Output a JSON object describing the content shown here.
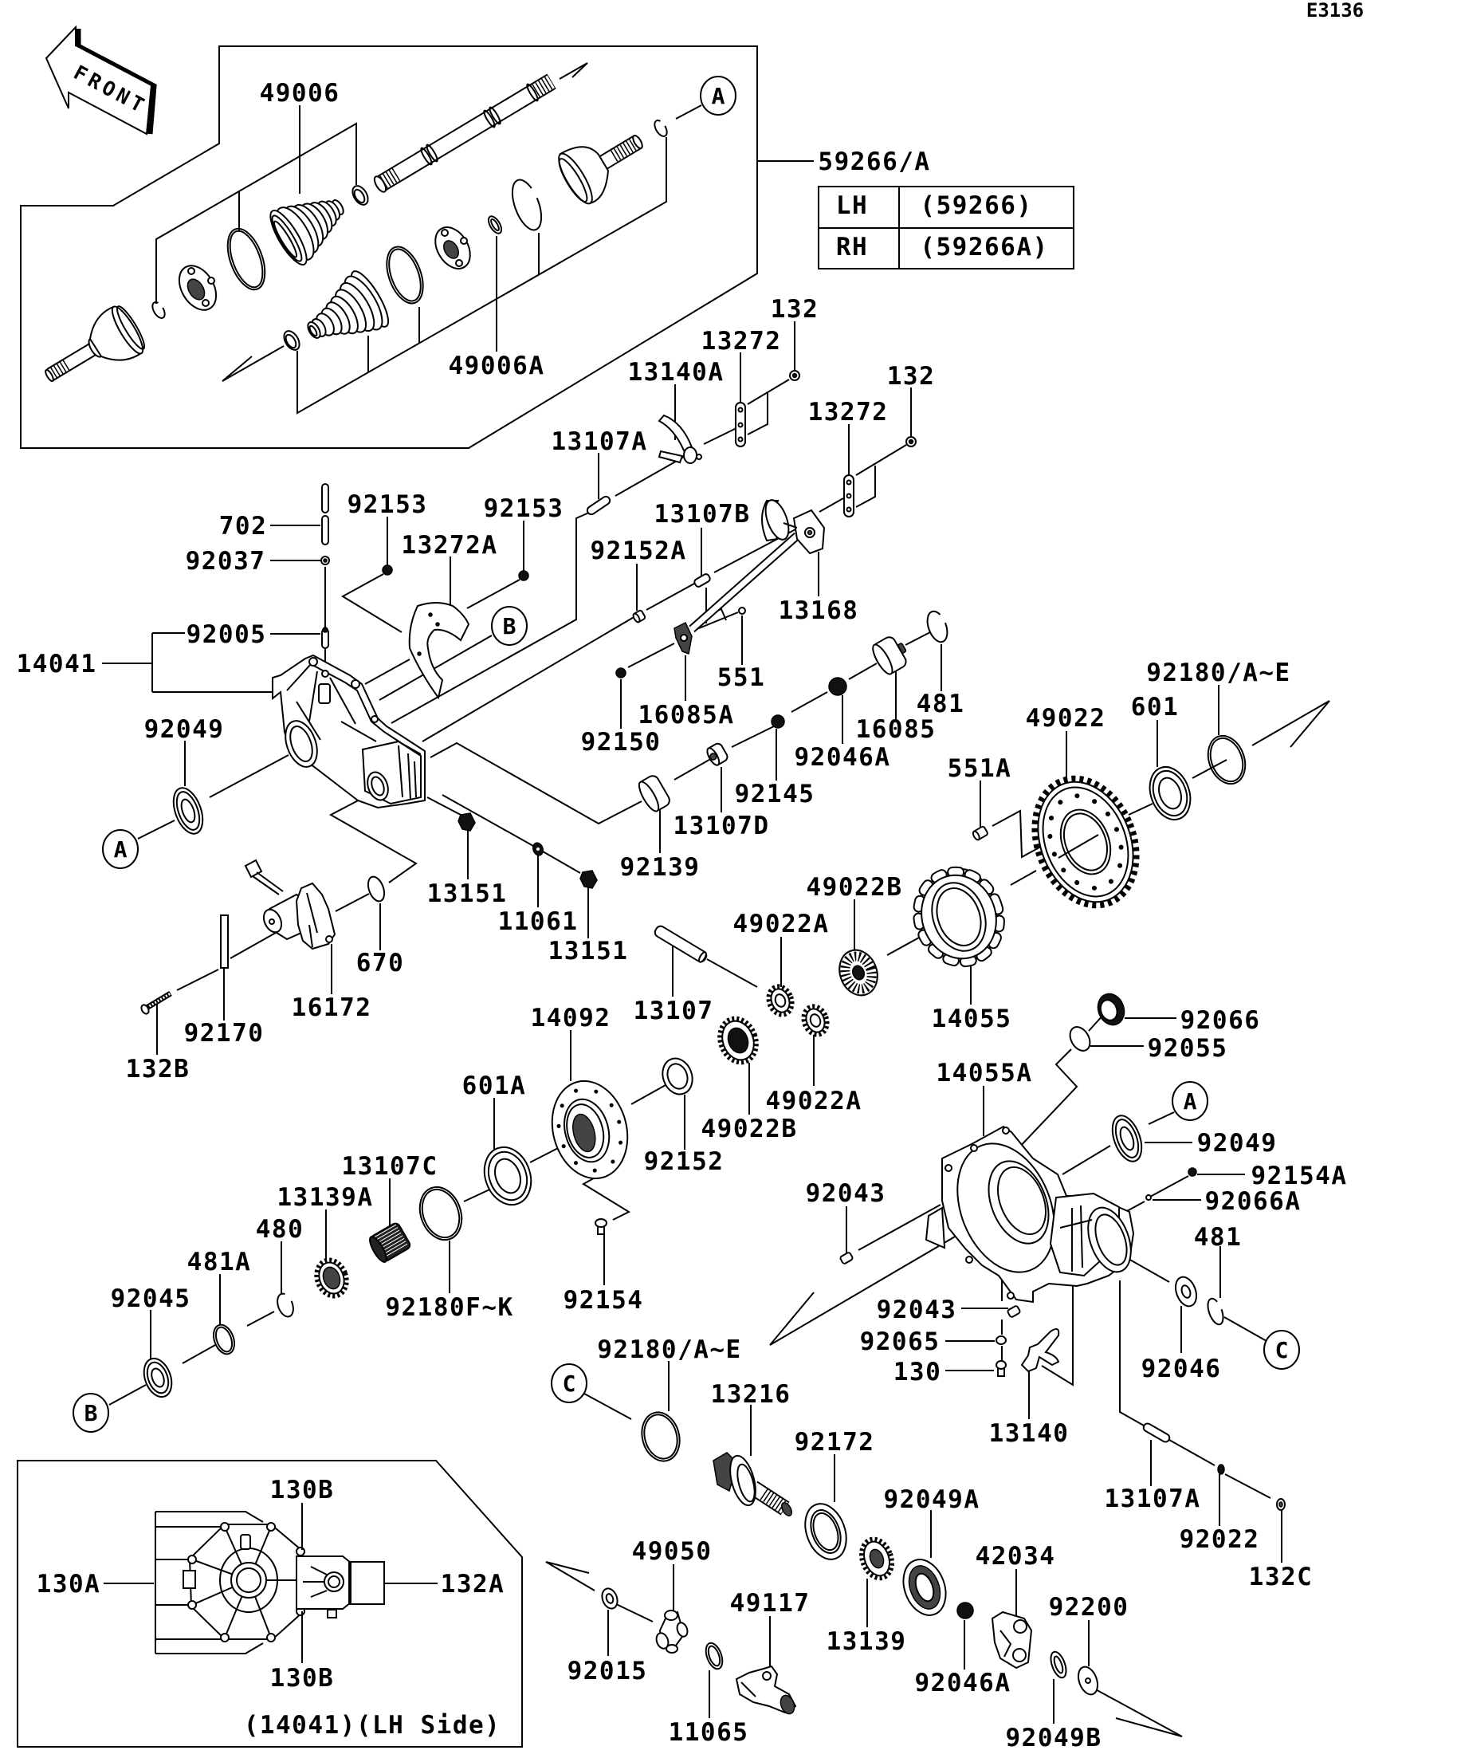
{
  "diagram": {
    "code": "E3136",
    "front_arrow_label": "FRONT",
    "assembly": {
      "part_no": "59266/A",
      "variants": [
        {
          "side": "LH",
          "part_no": "(59266)"
        },
        {
          "side": "RH",
          "part_no": "(59266A)"
        }
      ]
    },
    "inset": {
      "caption": "(14041)(LH Side)",
      "callouts": [
        {
          "part_no": "130B"
        },
        {
          "part_no": "130A"
        },
        {
          "part_no": "132A"
        },
        {
          "part_no": "130B"
        }
      ]
    }
  },
  "callouts": [
    {
      "part_no": "49006"
    },
    {
      "part_no": "49006A"
    },
    {
      "part_no": "132"
    },
    {
      "part_no": "13272"
    },
    {
      "part_no": "13140A"
    },
    {
      "part_no": "132"
    },
    {
      "part_no": "13272"
    },
    {
      "part_no": "13107A"
    },
    {
      "part_no": "92153"
    },
    {
      "part_no": "92153"
    },
    {
      "part_no": "702"
    },
    {
      "part_no": "92037"
    },
    {
      "part_no": "13272A"
    },
    {
      "part_no": "13107B"
    },
    {
      "part_no": "92152A"
    },
    {
      "part_no": "13168"
    },
    {
      "part_no": "92005"
    },
    {
      "part_no": "14041"
    },
    {
      "part_no": "551"
    },
    {
      "part_no": "16085A"
    },
    {
      "part_no": "481"
    },
    {
      "part_no": "92180/A~E"
    },
    {
      "part_no": "601"
    },
    {
      "part_no": "49022"
    },
    {
      "part_no": "16085"
    },
    {
      "part_no": "92150"
    },
    {
      "part_no": "92049"
    },
    {
      "part_no": "92046A"
    },
    {
      "part_no": "551A"
    },
    {
      "part_no": "92145"
    },
    {
      "part_no": "13107D"
    },
    {
      "part_no": "92139"
    },
    {
      "part_no": "13151"
    },
    {
      "part_no": "49022B"
    },
    {
      "part_no": "11061"
    },
    {
      "part_no": "49022A"
    },
    {
      "part_no": "13151"
    },
    {
      "part_no": "670"
    },
    {
      "part_no": "13107"
    },
    {
      "part_no": "14055"
    },
    {
      "part_no": "92066"
    },
    {
      "part_no": "16172"
    },
    {
      "part_no": "14092"
    },
    {
      "part_no": "92055"
    },
    {
      "part_no": "92170"
    },
    {
      "part_no": "132B"
    },
    {
      "part_no": "14055A"
    },
    {
      "part_no": "601A"
    },
    {
      "part_no": "49022A"
    },
    {
      "part_no": "92049"
    },
    {
      "part_no": "49022B"
    },
    {
      "part_no": "92152"
    },
    {
      "part_no": "13107C"
    },
    {
      "part_no": "92154A"
    },
    {
      "part_no": "13139A"
    },
    {
      "part_no": "92043"
    },
    {
      "part_no": "92066A"
    },
    {
      "part_no": "480"
    },
    {
      "part_no": "481"
    },
    {
      "part_no": "481A"
    },
    {
      "part_no": "92045"
    },
    {
      "part_no": "92154"
    },
    {
      "part_no": "92180F~K"
    },
    {
      "part_no": "92043"
    },
    {
      "part_no": "92065"
    },
    {
      "part_no": "92180/A~E"
    },
    {
      "part_no": "130"
    },
    {
      "part_no": "92046"
    },
    {
      "part_no": "13216"
    },
    {
      "part_no": "13140"
    },
    {
      "part_no": "92172"
    },
    {
      "part_no": "13107A"
    },
    {
      "part_no": "92049A"
    },
    {
      "part_no": "92022"
    },
    {
      "part_no": "49050"
    },
    {
      "part_no": "42034"
    },
    {
      "part_no": "132C"
    },
    {
      "part_no": "49117"
    },
    {
      "part_no": "92200"
    },
    {
      "part_no": "13139"
    },
    {
      "part_no": "92015"
    },
    {
      "part_no": "92046A"
    },
    {
      "part_no": "11065"
    },
    {
      "part_no": "92049B"
    }
  ],
  "reference_markers": [
    {
      "letter": "A"
    },
    {
      "letter": "A"
    },
    {
      "letter": "A"
    },
    {
      "letter": "B"
    },
    {
      "letter": "B"
    },
    {
      "letter": "C"
    },
    {
      "letter": "C"
    }
  ]
}
